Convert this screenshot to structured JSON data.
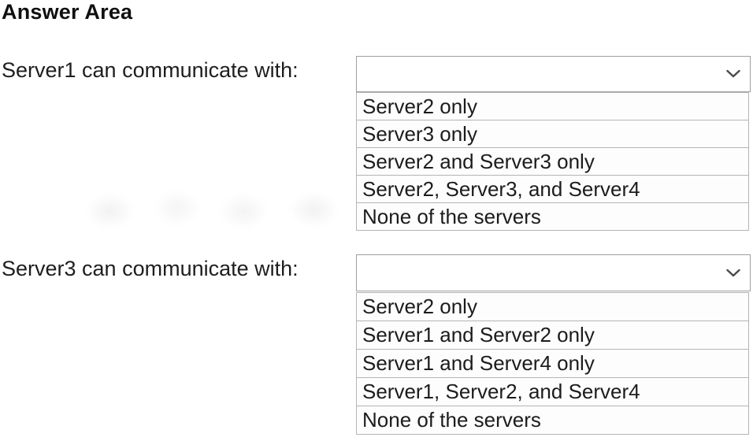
{
  "title": "Answer Area",
  "colors": {
    "background": "#ffffff",
    "text": "#1c1c1c",
    "select_border": "#9f9f9f",
    "row_border": "#b4b4b4",
    "chevron": "#4a4a4a"
  },
  "questions": [
    {
      "label": "Server1 can communicate with:",
      "selected_value": "",
      "options": [
        "Server2 only",
        "Server3 only",
        "Server2 and Server3 only",
        "Server2, Server3, and Server4",
        "None of the servers"
      ]
    },
    {
      "label": "Server3 can communicate with:",
      "selected_value": "",
      "options": [
        "Server2 only",
        "Server1 and Server2 only",
        "Server1 and Server4 only",
        "Server1, Server2, and Server4",
        "None of the servers"
      ]
    }
  ]
}
